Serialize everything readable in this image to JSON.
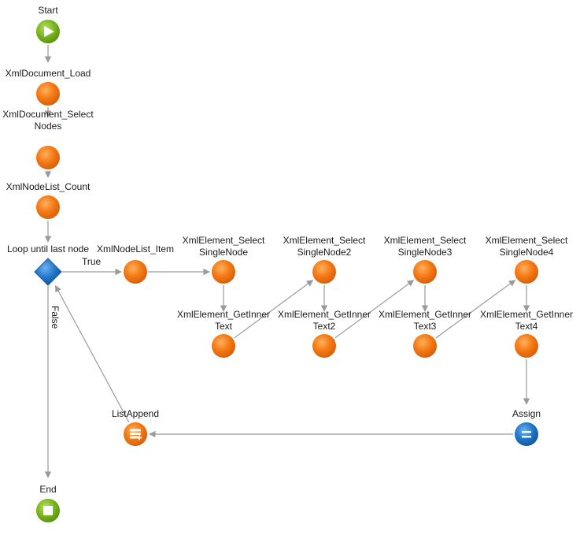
{
  "diagram": {
    "nodes": {
      "start": {
        "label": "Start",
        "kind": "start",
        "color": "#78b41e"
      },
      "load": {
        "label": [
          "XmlDocument_Load"
        ],
        "kind": "action",
        "color": "#f57a14"
      },
      "selectNodes": {
        "label": [
          "XmlDocument_Select",
          "Nodes"
        ],
        "kind": "action",
        "color": "#f57a14"
      },
      "count": {
        "label": [
          "XmlNodeList_Count"
        ],
        "kind": "action",
        "color": "#f57a14"
      },
      "loop": {
        "label": [
          "Loop until last node"
        ],
        "kind": "decision",
        "color": "#1f74c8"
      },
      "item": {
        "label": [
          "XmlNodeList_Item"
        ],
        "kind": "action",
        "color": "#f57a14"
      },
      "sel1": {
        "label": [
          "XmlElement_Select",
          "SingleNode"
        ],
        "kind": "action",
        "color": "#f57a14"
      },
      "get1": {
        "label": [
          "XmlElement_GetInner",
          "Text"
        ],
        "kind": "action",
        "color": "#f57a14"
      },
      "sel2": {
        "label": [
          "XmlElement_Select",
          "SingleNode2"
        ],
        "kind": "action",
        "color": "#f57a14"
      },
      "get2": {
        "label": [
          "XmlElement_GetInner",
          "Text2"
        ],
        "kind": "action",
        "color": "#f57a14"
      },
      "sel3": {
        "label": [
          "XmlElement_Select",
          "SingleNode3"
        ],
        "kind": "action",
        "color": "#f57a14"
      },
      "get3": {
        "label": [
          "XmlElement_GetInner",
          "Text3"
        ],
        "kind": "action",
        "color": "#f57a14"
      },
      "sel4": {
        "label": [
          "XmlElement_Select",
          "SingleNode4"
        ],
        "kind": "action",
        "color": "#f57a14"
      },
      "get4": {
        "label": [
          "XmlElement_GetInner",
          "Text4"
        ],
        "kind": "action",
        "color": "#f57a14"
      },
      "assign": {
        "label": [
          "Assign"
        ],
        "kind": "assign",
        "color": "#1f74c8"
      },
      "append": {
        "label": [
          "ListAppend"
        ],
        "kind": "listappend",
        "color": "#f57a14"
      },
      "end": {
        "label": [
          "End"
        ],
        "kind": "end",
        "color": "#78b41e"
      }
    },
    "edges": [
      {
        "from": "start",
        "to": "load"
      },
      {
        "from": "load",
        "to": "selectNodes"
      },
      {
        "from": "selectNodes",
        "to": "count"
      },
      {
        "from": "count",
        "to": "loop"
      },
      {
        "from": "loop",
        "to": "item",
        "label": "True"
      },
      {
        "from": "item",
        "to": "sel1"
      },
      {
        "from": "sel1",
        "to": "get1"
      },
      {
        "from": "get1",
        "to": "sel2"
      },
      {
        "from": "sel2",
        "to": "get2"
      },
      {
        "from": "get2",
        "to": "sel3"
      },
      {
        "from": "sel3",
        "to": "get3"
      },
      {
        "from": "get3",
        "to": "sel4"
      },
      {
        "from": "sel4",
        "to": "get4"
      },
      {
        "from": "get4",
        "to": "assign"
      },
      {
        "from": "assign",
        "to": "append"
      },
      {
        "from": "append",
        "to": "loop"
      },
      {
        "from": "loop",
        "to": "end",
        "label": "False"
      }
    ]
  }
}
